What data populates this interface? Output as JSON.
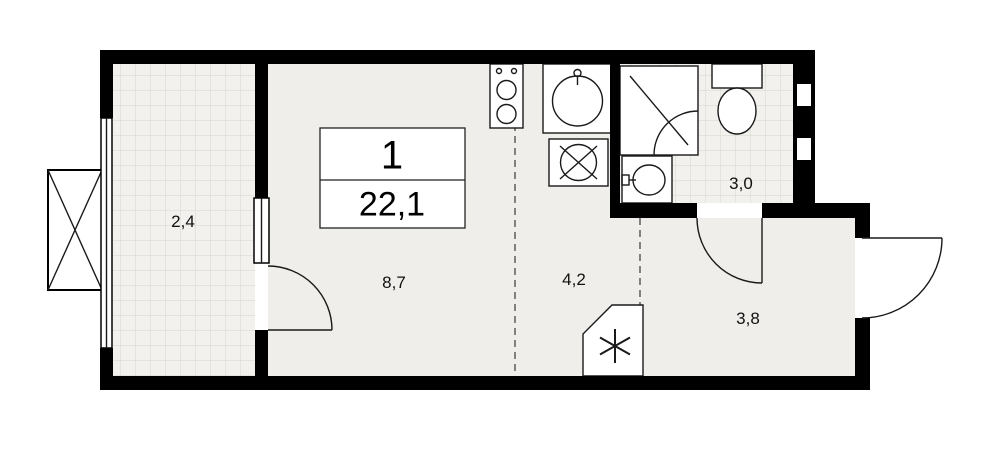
{
  "plan": {
    "unit": {
      "number": "1",
      "area": "22,1"
    },
    "rooms": [
      {
        "id": "balcony",
        "label": "2,4"
      },
      {
        "id": "living-room",
        "label": "8,7"
      },
      {
        "id": "hall",
        "label": "4,2"
      },
      {
        "id": "bathroom",
        "label": "3,0"
      },
      {
        "id": "corridor",
        "label": "3,8"
      }
    ],
    "colors": {
      "wall": "#000000",
      "room_fill": "#efeeea",
      "tile_fill": "#f2f1ed",
      "tile_line": "#d7d6d0",
      "line": "#1a1a1a",
      "dashed_line": "#474747"
    }
  }
}
